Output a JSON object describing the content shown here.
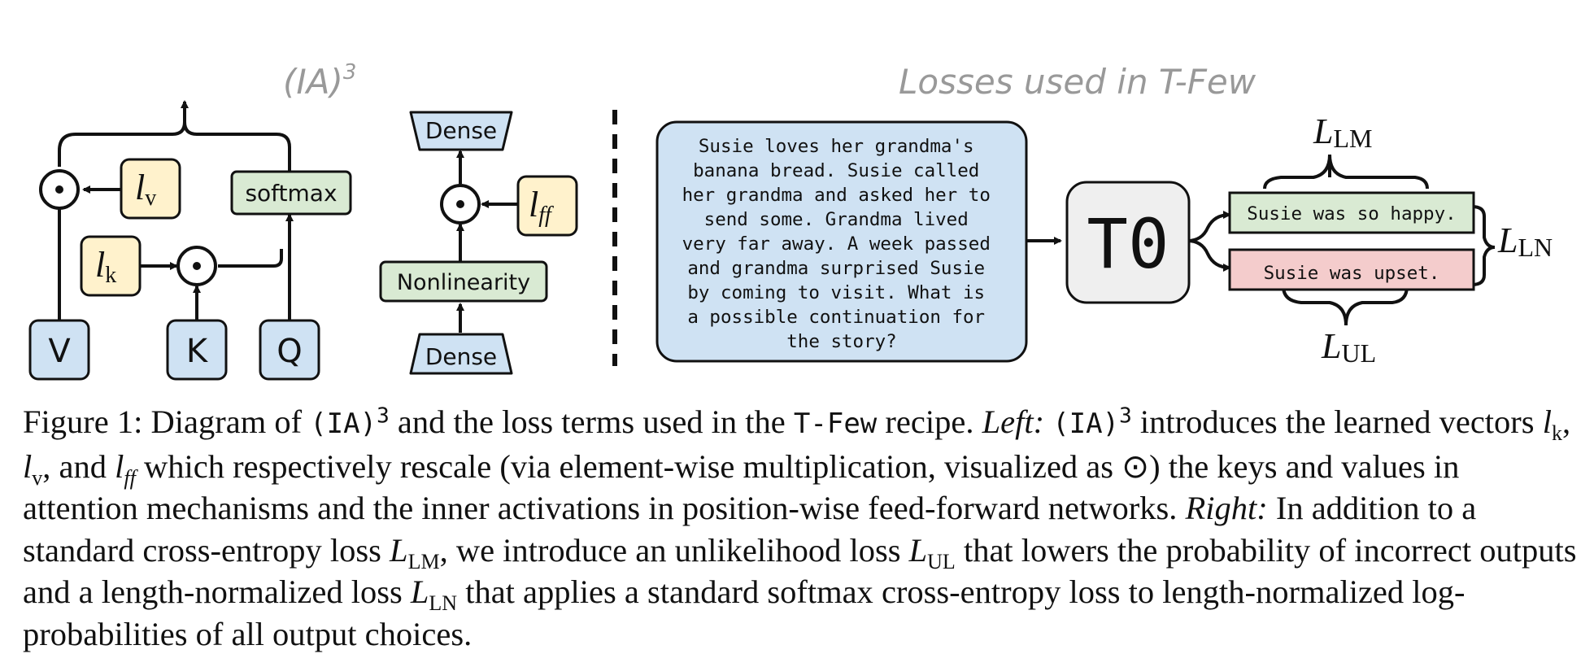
{
  "left_title_base": "(IA)",
  "left_title_exp": "3",
  "right_title": "Losses used in T-Few",
  "vectors": {
    "v": "v",
    "k": "k",
    "ff": "ff",
    "l": "l"
  },
  "boxes": {
    "softmax": "softmax",
    "V": "V",
    "K": "K",
    "Q": "Q",
    "dense_top": "Dense",
    "dense_bottom": "Dense",
    "nonlinearity": "Nonlinearity",
    "model": "T0"
  },
  "prompt_lines": [
    "Susie loves her grandma's",
    "banana bread. Susie called",
    "her grandma and asked her to",
    "send some. Grandma lived",
    "very far away. A week passed",
    "and grandma surprised Susie",
    "by coming to visit. What is",
    "a possible continuation for",
    "the story?"
  ],
  "outputs": {
    "correct": "Susie was so happy.",
    "incorrect": "Susie was upset."
  },
  "losses": {
    "L": "L",
    "lm": "LM",
    "ln": "LN",
    "ul": "UL"
  },
  "colors": {
    "blue": "#cfe2f3",
    "green": "#d9ead3",
    "yellow": "#fff2cc",
    "red": "#f4cccc",
    "gray_box": "#efefef",
    "title": "#999999"
  },
  "caption": {
    "fig": "Figure 1:",
    "p1": " Diagram of ",
    "ia": "(IA)",
    "exp": "3",
    "p2": " and the loss terms used in the ",
    "tfew": "T-Few",
    "p3": " recipe. ",
    "left": "Left:",
    "p4": " introduces the learned vectors ",
    "comma1": ", ",
    "comma2": ", and ",
    "p5": " which respectively rescale (via element-wise multiplication, visualized as ⊙) the keys and values in attention mechanisms and the inner activations in position-wise feed-forward networks. ",
    "right": "Right:",
    "p6": " In addition to a standard cross-entropy loss ",
    "p7": ", we introduce an unlikelihood loss ",
    "p8": " that lowers the probability of incorrect outputs and a length-normalized loss ",
    "p9": " that applies a standard ",
    "softmax": "softmax",
    "p10": " cross-entropy loss to length-normalized log-probabilities of all output choices."
  }
}
